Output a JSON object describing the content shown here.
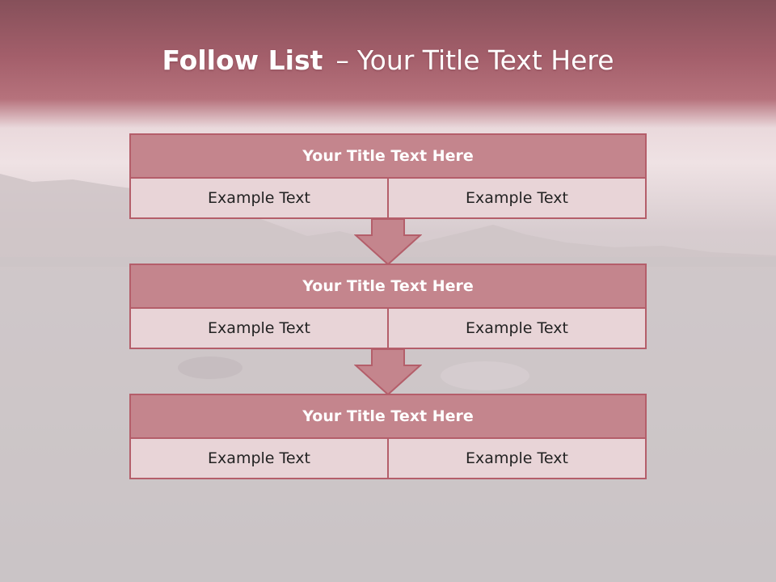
{
  "title": {
    "bold": "Follow List",
    "dash": "–",
    "rest": "Your Title Text Here"
  },
  "steps": [
    {
      "title": "Your Title Text Here",
      "left": "Example Text",
      "right": "Example Text"
    },
    {
      "title": "Your Title Text Here",
      "left": "Example Text",
      "right": "Example Text"
    },
    {
      "title": "Your Title Text Here",
      "left": "Example Text",
      "right": "Example Text"
    }
  ],
  "colors": {
    "banner": "#a85e69",
    "header_fill": "#c4858d",
    "cell_fill": "#e8d4d7",
    "border": "#b45e6a",
    "background": "#c9c4c6"
  }
}
